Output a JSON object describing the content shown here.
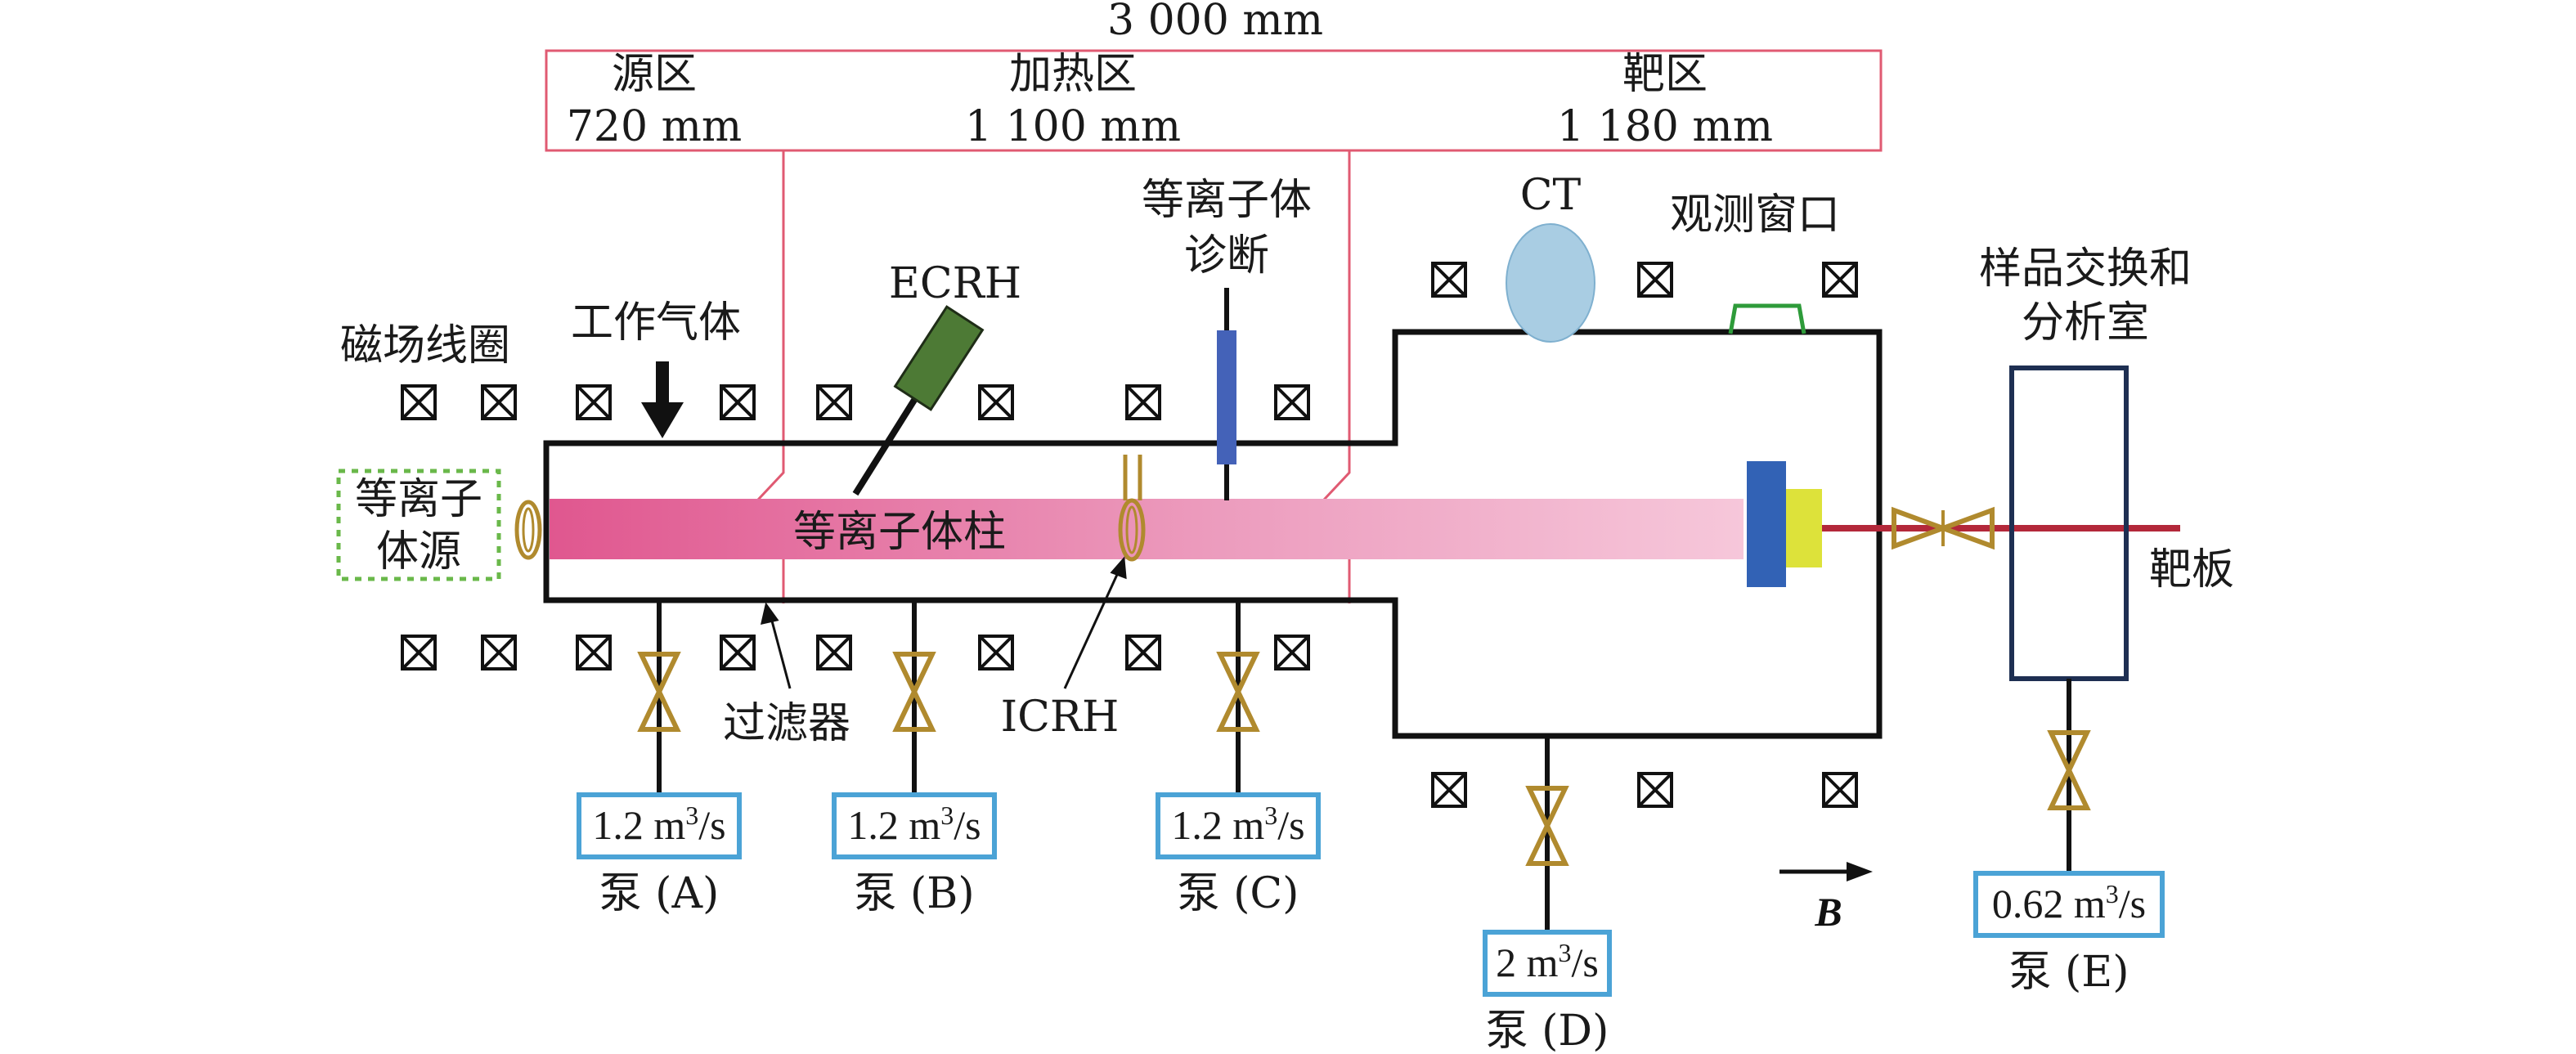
{
  "dimension": {
    "total": "3 000 mm",
    "zones": [
      {
        "name": "源区",
        "length": "720 mm"
      },
      {
        "name": "加热区",
        "length": "1 100 mm"
      },
      {
        "name": "靶区",
        "length": "1 180 mm"
      }
    ]
  },
  "labels": {
    "magnetic_coil": "磁场线圈",
    "working_gas": "工作气体",
    "ecrh": "ECRH",
    "diagnostics_line1": "等离子体",
    "diagnostics_line2": "诊断",
    "ct": "CT",
    "observation_window": "观测窗口",
    "sample_chamber_line1": "样品交换和",
    "sample_chamber_line2": "分析室",
    "plasma_source_line1": "等离子",
    "plasma_source_line2": "体源",
    "plasma_column": "等离子体柱",
    "target_plate": "靶板",
    "filter": "过滤器",
    "icrh": "ICRH",
    "field_vector": "B"
  },
  "pumps": [
    {
      "id": "A",
      "speed_value": "1.2 m",
      "speed_exp": "3",
      "speed_unit": "/s",
      "name": "泵 (A)"
    },
    {
      "id": "B",
      "speed_value": "1.2 m",
      "speed_exp": "3",
      "speed_unit": "/s",
      "name": "泵 (B)"
    },
    {
      "id": "C",
      "speed_value": "1.2 m",
      "speed_exp": "3",
      "speed_unit": "/s",
      "name": "泵 (C)"
    },
    {
      "id": "D",
      "speed_value": "2 m",
      "speed_exp": "3",
      "speed_unit": "/s",
      "name": "泵 (D)"
    },
    {
      "id": "E",
      "speed_value": "0.62 m",
      "speed_exp": "3",
      "speed_unit": "/s",
      "name": "泵 (E)"
    }
  ],
  "colors": {
    "plasma_start": "#e0578f",
    "plasma_end": "#f6c7da",
    "zone_lines": "#e05a72",
    "valve": "#b08a2e",
    "pump_box": "#4ba3d6",
    "ecrh": "#4d7a35",
    "diagnostic_probe": "#4462b8",
    "ct_ellipse": "#a9cde3",
    "obs_window": "#2e9b3a",
    "target_blue": "#3262b5",
    "target_yellow": "#dde23a",
    "target_rod": "#b3283a",
    "sample_chamber": "#1e2f52",
    "plasma_source_box": "#6ab84a"
  }
}
